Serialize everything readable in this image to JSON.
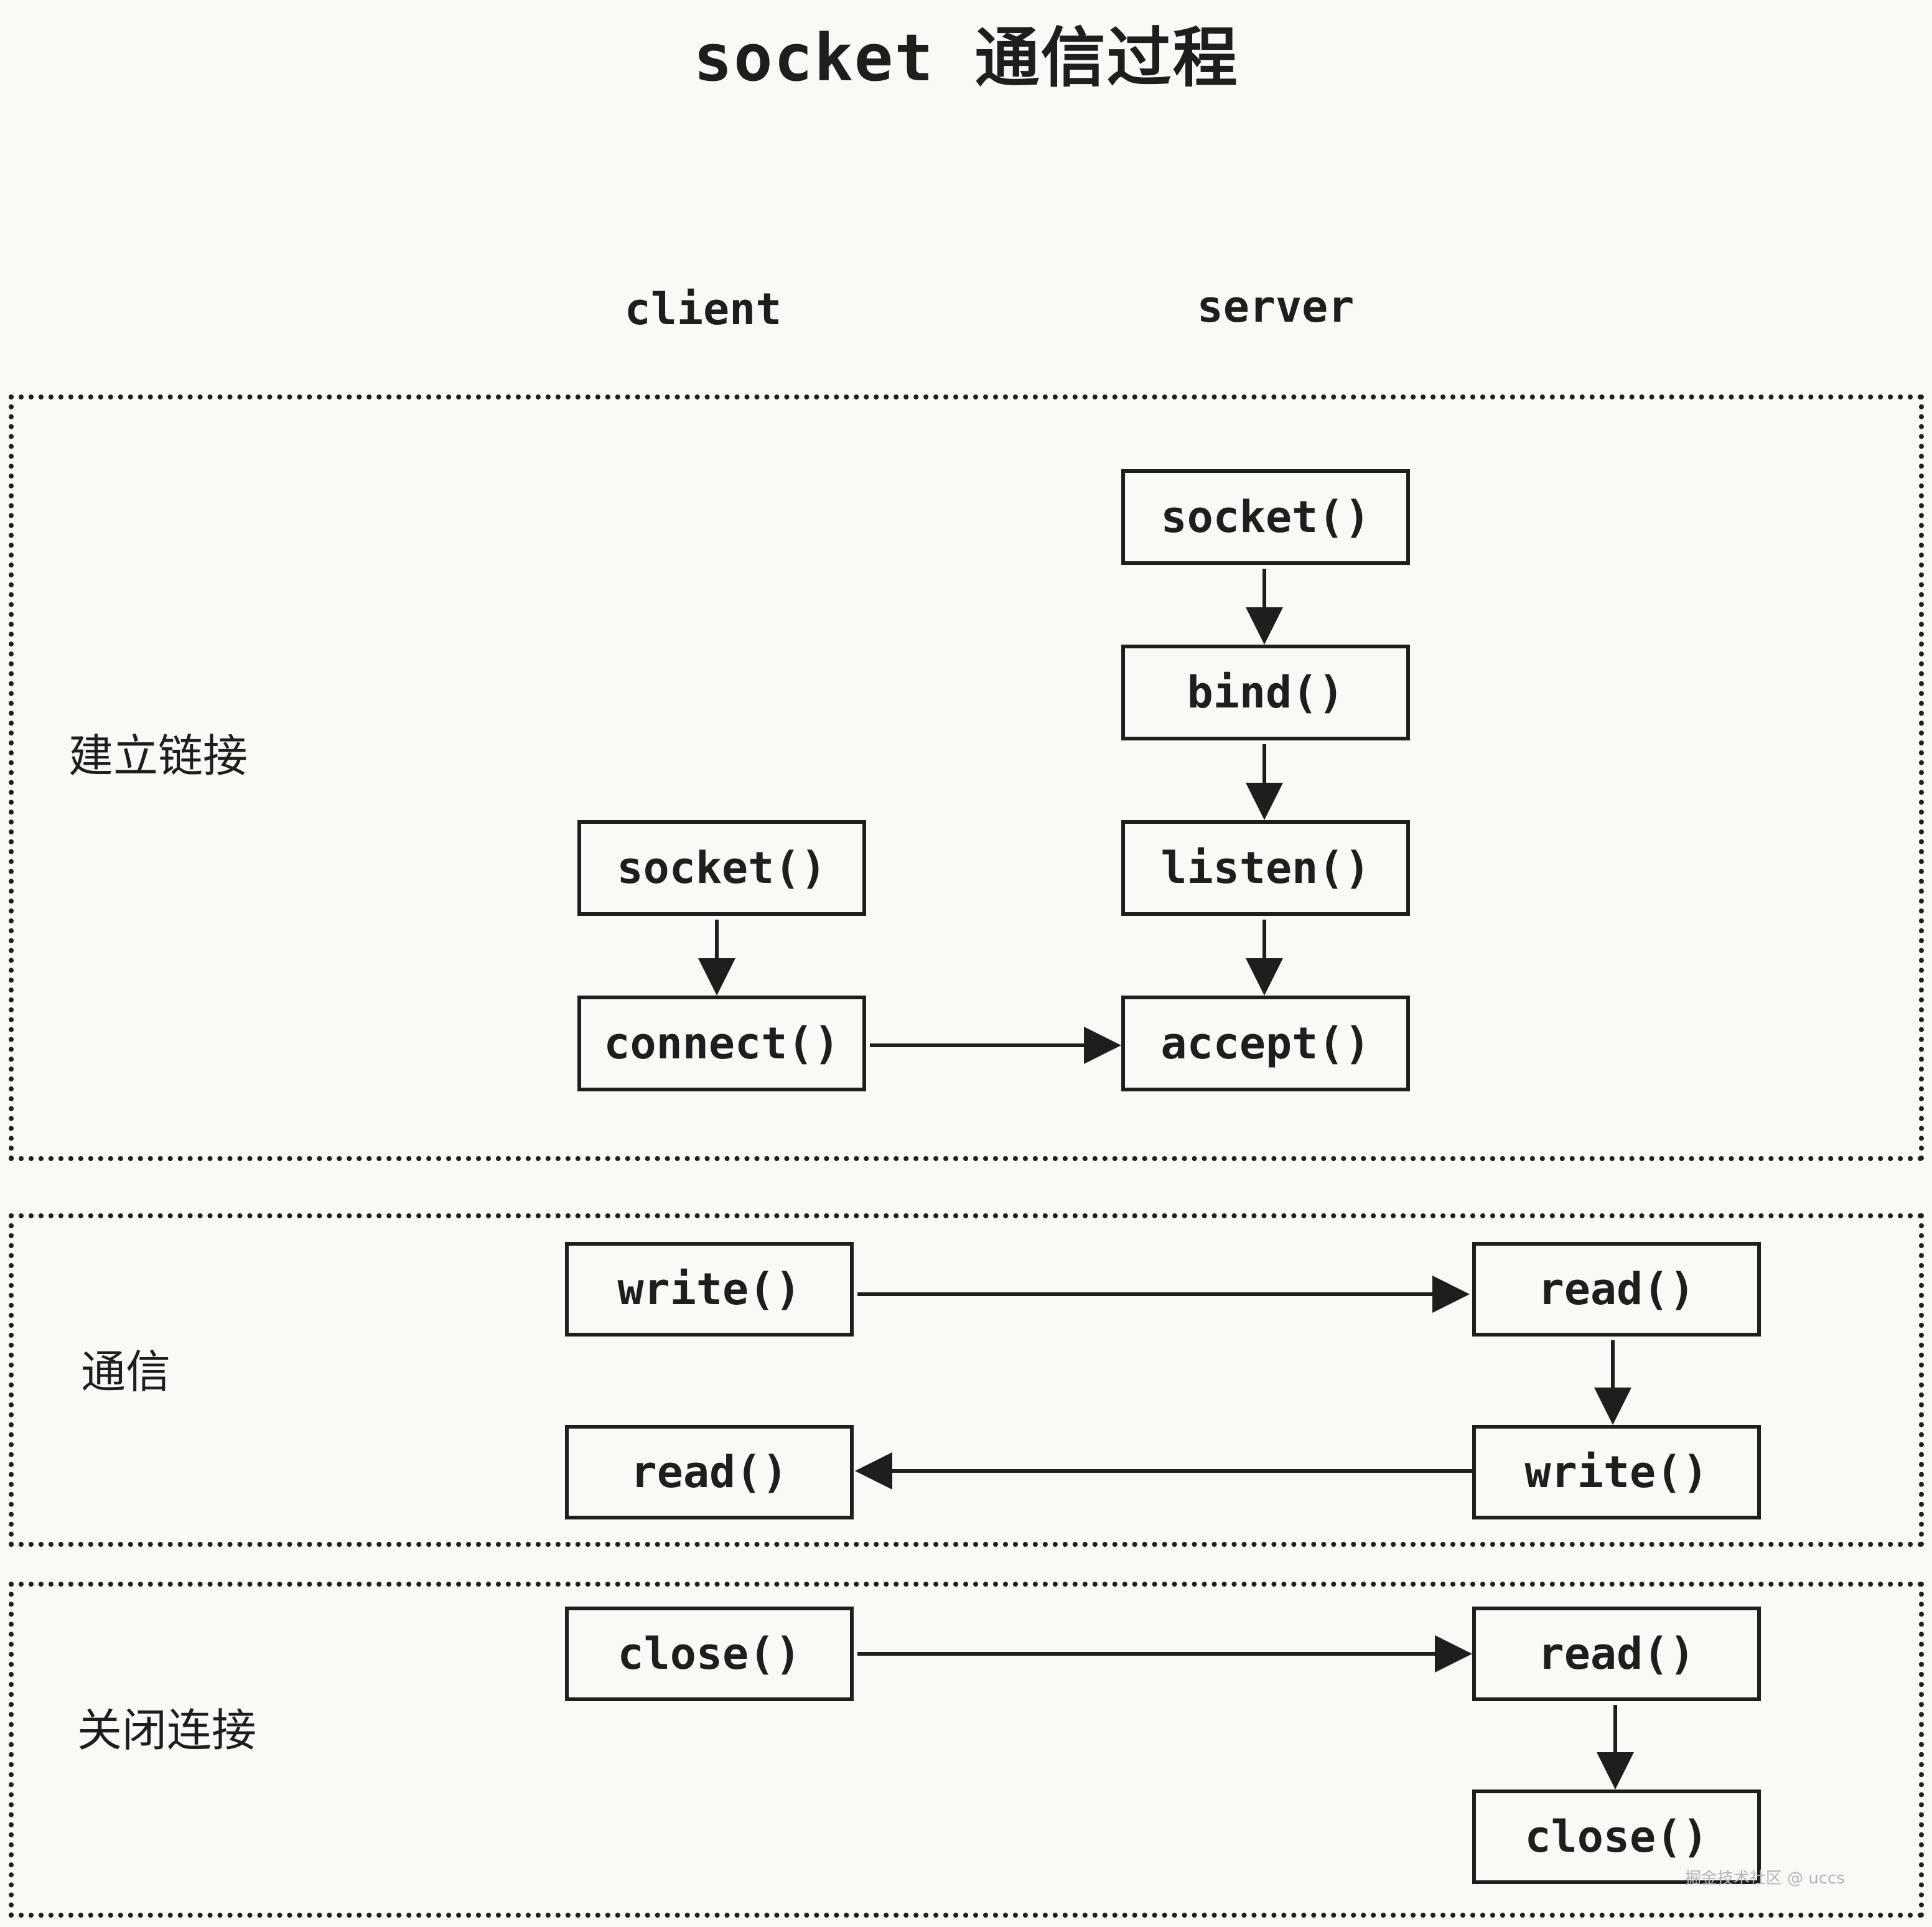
{
  "title": "socket 通信过程",
  "columns": {
    "client": "client",
    "server": "server"
  },
  "sections": [
    {
      "label": "建立链接"
    },
    {
      "label": "通信"
    },
    {
      "label": "关闭连接"
    }
  ],
  "nodes": {
    "s_socket": "socket()",
    "s_bind": "bind()",
    "s_listen": "listen()",
    "s_accept": "accept()",
    "c_socket": "socket()",
    "c_connect": "connect()",
    "c_write": "write()",
    "s_read1": "read()",
    "s_write": "write()",
    "c_read": "read()",
    "c_close": "close()",
    "s_read2": "read()",
    "s_close": "close()"
  },
  "watermark": "掘金技术社区 @ uccs"
}
